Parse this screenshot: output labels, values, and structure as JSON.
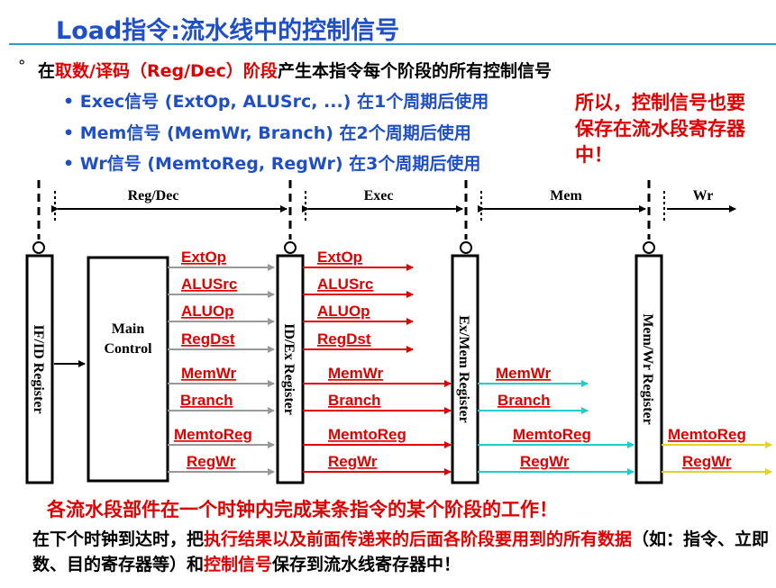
{
  "title": "Load指令:流水线中的控制信号",
  "line1": {
    "bullet": "°",
    "p1": "在",
    "p2": "取数/译码（Reg/Dec）阶段",
    "p3": "产生本指令每个阶段的所有控制信号"
  },
  "subs": [
    "• Exec信号 (ExtOp, ALUSrc, ...) 在1个周期后使用",
    "• Mem信号 (MemWr, Branch) 在2个周期后使用",
    "• Wr信号 (MemtoReg, RegWr) 在3个周期后使用"
  ],
  "note": "所以，控制信号也要保存在流水段寄存器中！",
  "stages": [
    "Reg/Dec",
    "Exec",
    "Mem",
    "Wr"
  ],
  "blocks": {
    "ifid": "IF/ID Register",
    "main": "Main Control",
    "idex": "ID/Ex Register",
    "exmem": "Ex/Mem Register",
    "memwr": "Mem/Wr Register"
  },
  "signals": [
    "ExtOp",
    "ALUSrc",
    "ALUOp",
    "RegDst",
    "MemWr",
    "Branch",
    "MemtoReg",
    "RegWr"
  ],
  "bottom1": {
    "p1": "各流水段部件在一个时钟内完成",
    "p2": "某条指令的某个阶段的工作！"
  },
  "bottom2": {
    "p1": "在下个时钟到达时，把",
    "p2": "执行结果以及前面传递来的后面各阶段要用到的所有数据",
    "p3": "（如：指令、立即数、目的寄存器等）和",
    "p4": "控制信号",
    "p5": "保存到流水线寄存器中！"
  },
  "colors": {
    "title": "#1f4fc8",
    "red": "#e00000",
    "gray": "#999999",
    "cyan": "#22cccc",
    "yellow": "#e6d02a"
  }
}
